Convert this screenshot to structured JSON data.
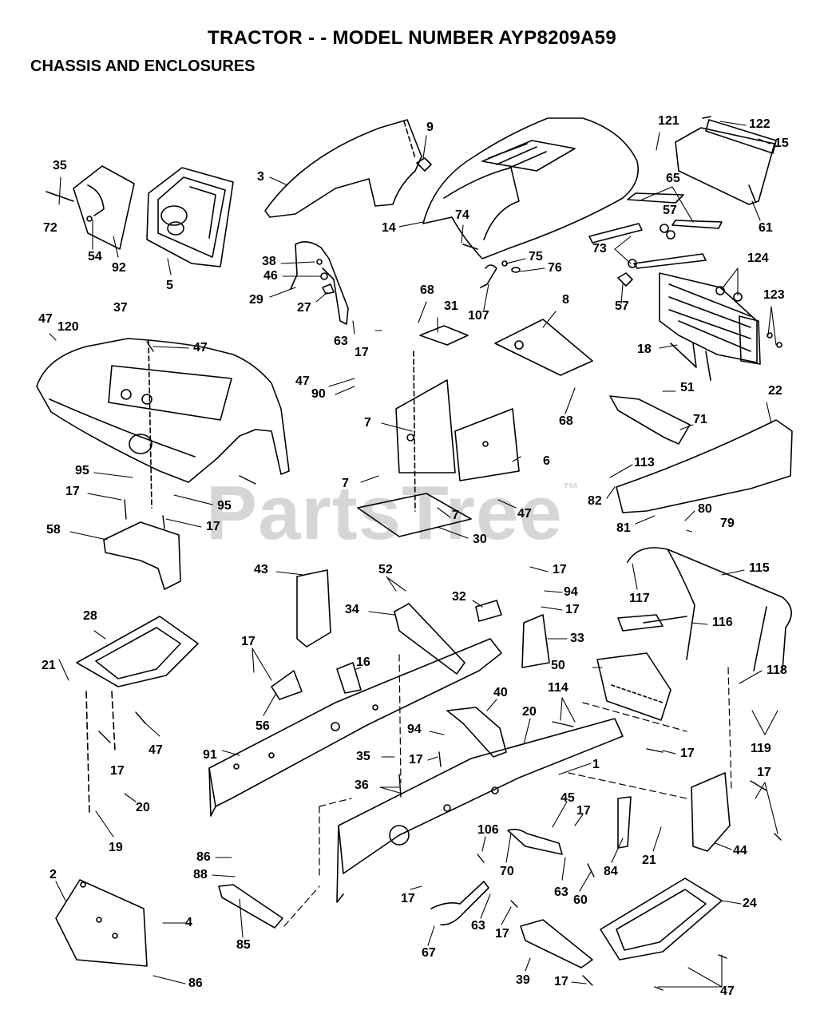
{
  "title": "TRACTOR - - MODEL NUMBER AYP8209A59",
  "subtitle": "CHASSIS AND ENCLOSURES",
  "watermark": "PartsTree",
  "watermark_mark": "™",
  "labels": {
    "l9": "9",
    "l121": "121",
    "l122": "122",
    "l15": "15",
    "l35a": "35",
    "l3": "3",
    "l14": "14",
    "l74": "74",
    "l65": "65",
    "l57a": "57",
    "l61": "61",
    "l72": "72",
    "l54": "54",
    "l92": "92",
    "l5": "5",
    "l38": "38",
    "l46": "46",
    "l29": "29",
    "l27": "27",
    "l75": "75",
    "l76": "76",
    "l73": "73",
    "l124": "124",
    "l57b": "57",
    "l107": "107",
    "l123": "123",
    "l47a": "47",
    "l120": "120",
    "l37": "37",
    "l47b": "47",
    "l68a": "68",
    "l31": "31",
    "l8": "8",
    "l63a": "63",
    "l17a": "17",
    "l18": "18",
    "l47c": "47",
    "l90": "90",
    "l68b": "68",
    "l51": "51",
    "l22": "22",
    "l71": "71",
    "l7a": "7",
    "l6": "6",
    "l95a": "95",
    "l17b": "17",
    "l95b": "95",
    "l17c": "17",
    "l7b": "7",
    "l47d": "47",
    "l7c": "7",
    "l113": "113",
    "l82": "82",
    "l80": "80",
    "l81": "81",
    "l79": "79",
    "l58": "58",
    "l30": "30",
    "l43": "43",
    "l52": "52",
    "l17d": "17",
    "l94a": "94",
    "l32": "32",
    "l17e": "17",
    "l115": "115",
    "l34": "34",
    "l117": "117",
    "l28": "28",
    "l33": "33",
    "l116": "116",
    "l21a": "21",
    "l17f": "17",
    "l16": "16",
    "l50": "50",
    "l118": "118",
    "l56": "56",
    "l47e": "47",
    "l40": "40",
    "l114": "114",
    "l20a": "20",
    "l91": "91",
    "l94b": "94",
    "l17g": "17",
    "l119": "119",
    "l17h": "17",
    "l35b": "35",
    "l17i": "17",
    "l1": "1",
    "l17j": "17",
    "l36": "36",
    "l45": "45",
    "l17k": "17",
    "l20b": "20",
    "l19": "19",
    "l106": "106",
    "l70": "70",
    "l21b": "21",
    "l44": "44",
    "l86a": "86",
    "l88": "88",
    "l84": "84",
    "l63b": "63",
    "l60": "60",
    "l17l": "17",
    "l2": "2",
    "l4": "4",
    "l24": "24",
    "l85": "85",
    "l63c": "63",
    "l17m": "17",
    "l67": "67",
    "l39": "39",
    "l86b": "86",
    "l17n": "17",
    "l47f": "47"
  }
}
